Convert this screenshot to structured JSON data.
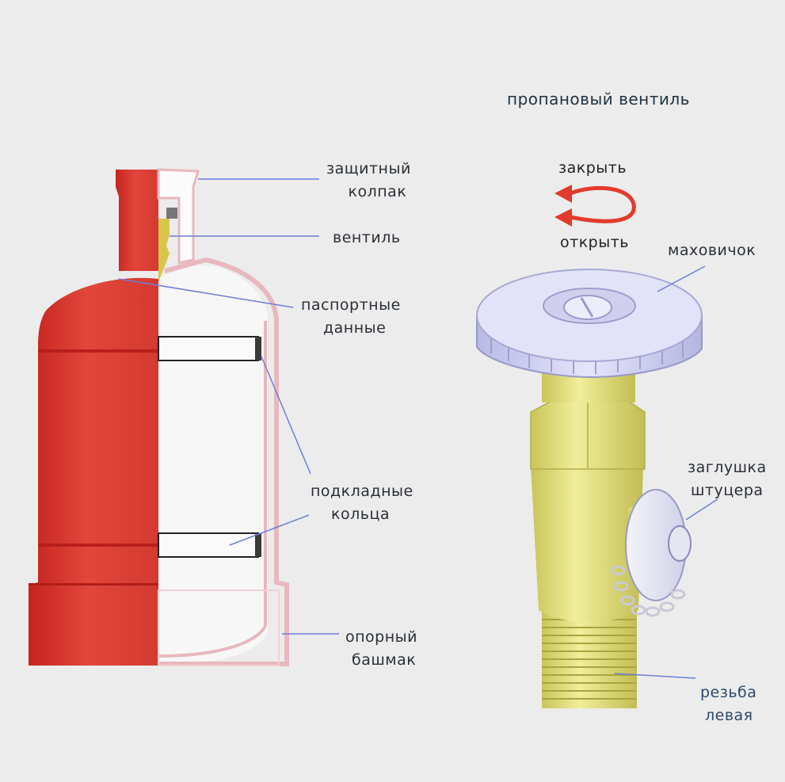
{
  "title": "пропановый вентиль",
  "rotation": {
    "close": "закрыть",
    "open": "открыть"
  },
  "cylinder_labels": {
    "cap": [
      "защитный",
      "колпак"
    ],
    "valve": "вентиль",
    "passport": [
      "паспортные",
      "данные"
    ],
    "rings": [
      "подкладные",
      "кольца"
    ],
    "base": [
      "опорный",
      "башмак"
    ]
  },
  "valve_labels": {
    "handwheel": "маховичок",
    "plug": [
      "заглушка",
      "штуцера"
    ],
    "thread": [
      "резьба",
      "левая"
    ]
  },
  "colors": {
    "background": "#ececec",
    "cylinder_red": "#d63a30",
    "cylinder_section": "#f6f6f6",
    "wall_outline": "#e9b8bd",
    "brass": "#d9d672",
    "handwheel": "#d8d8f4",
    "arrow_red": "#e23a2c",
    "leader_line": "#5a6fd0"
  }
}
